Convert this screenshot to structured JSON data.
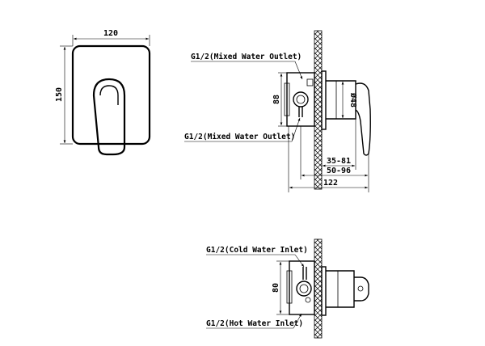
{
  "dimensions": {
    "front_width": "120",
    "front_height": "150",
    "side_body_height": "88",
    "side_diameter": "Ø48",
    "depth_range_1": "35-81",
    "depth_range_2": "50-96",
    "side_total_depth": "122",
    "bottom_body_height": "80"
  },
  "labels": {
    "top_outlet_upper": "G1/2(Mixed Water Outlet)",
    "top_outlet_lower": "G1/2(Mixed Water Outlet)",
    "cold_inlet": "G1/2(Cold Water Inlet)",
    "hot_inlet": "G1/2(Hot Water Inlet)"
  }
}
